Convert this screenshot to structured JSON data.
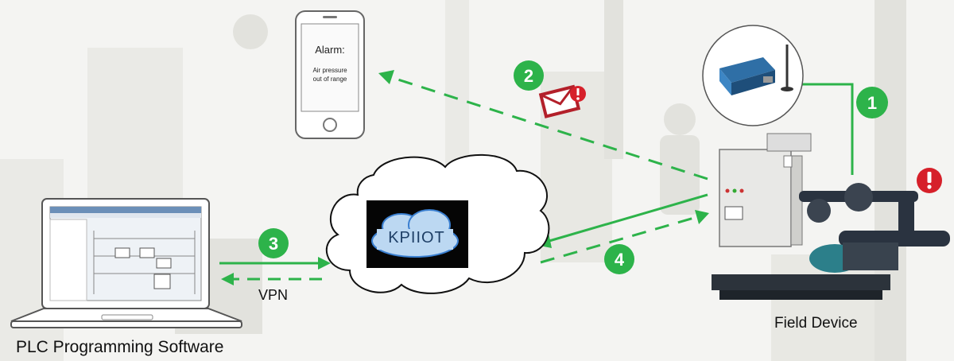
{
  "phone": {
    "alarm_title": "Alarm:",
    "alarm_message_line1": "Air pressure",
    "alarm_message_line2": "out of range"
  },
  "cloud": {
    "brand": "KPIIOT"
  },
  "laptop": {
    "caption": "PLC Programming Software"
  },
  "field_device": {
    "caption": "Field Device"
  },
  "link": {
    "vpn_label": "VPN"
  },
  "steps": [
    "1",
    "2",
    "3",
    "4"
  ],
  "colors": {
    "accent_green": "#2db34a",
    "alert_red": "#d6202a",
    "cloud_blue": "#3a7fd0"
  }
}
